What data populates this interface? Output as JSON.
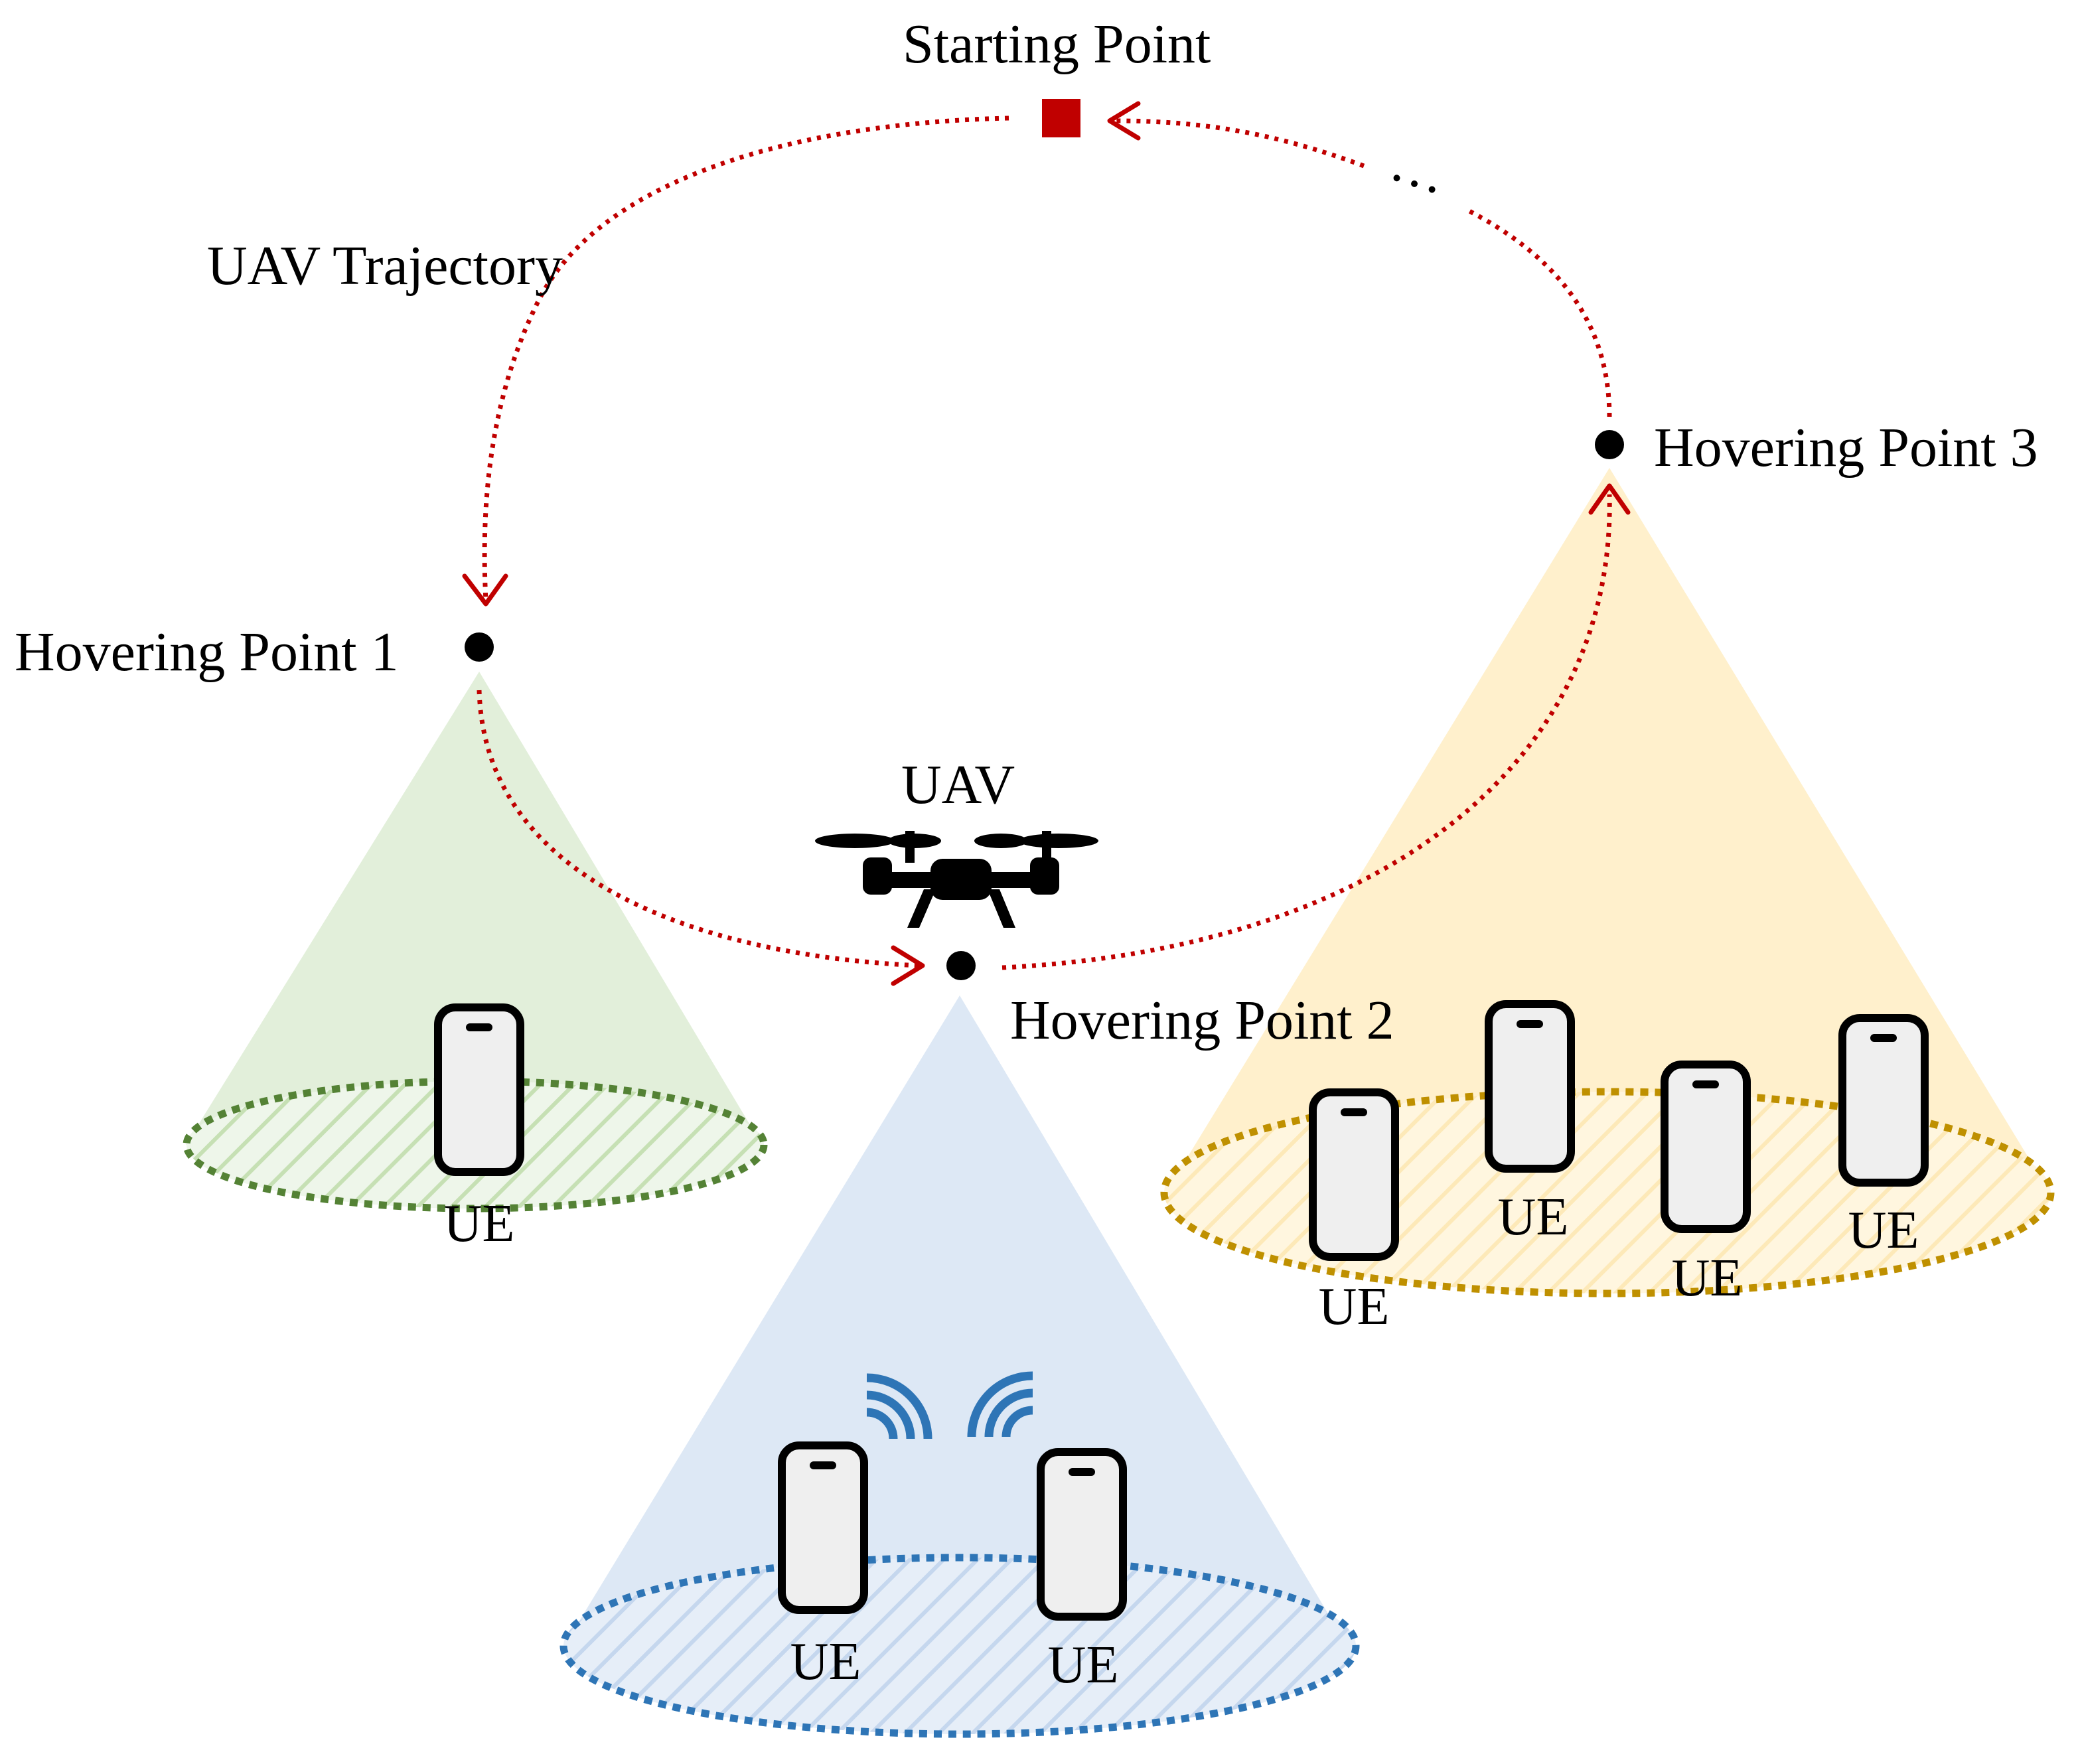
{
  "diagram": {
    "starting_point_label": "Starting Point",
    "trajectory_label": "UAV Trajectory",
    "ellipsis": "···",
    "uav_label": "UAV",
    "hovering_points": [
      {
        "label": "Hovering Point 1",
        "color": "#548235"
      },
      {
        "label": "Hovering Point 2",
        "color": "#2e75b6"
      },
      {
        "label": "Hovering Point 3",
        "color": "#bf9000"
      }
    ],
    "ue_label": "UE",
    "colors": {
      "trajectory": "#c00000",
      "cone_green": "#e2efda",
      "cone_blue": "#dde8f5",
      "cone_yellow": "#fff0cc",
      "starting_point": "#c00000"
    }
  }
}
